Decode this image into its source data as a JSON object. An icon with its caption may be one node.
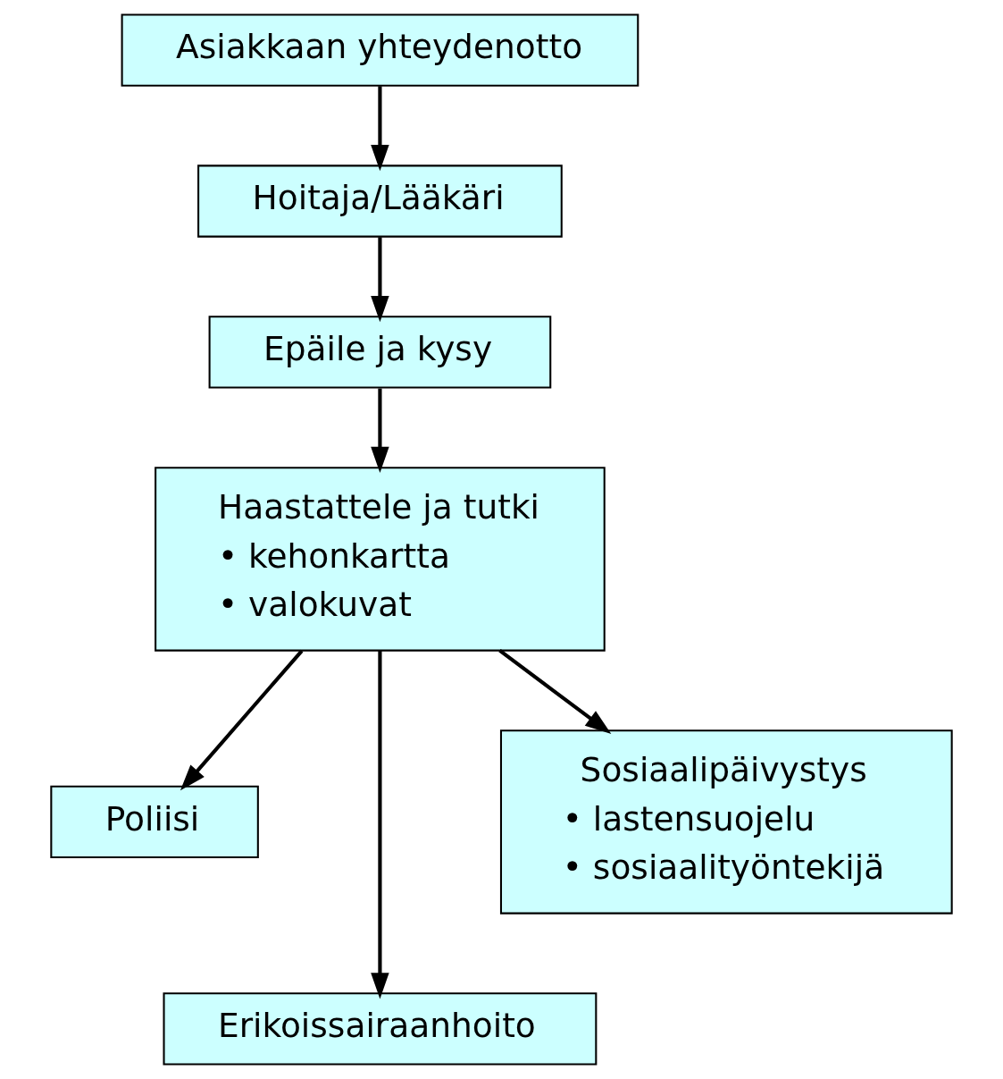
{
  "diagram": {
    "nodes": [
      {
        "text": [
          "Asiakkaan yhteydenotto"
        ]
      },
      {
        "text": [
          "Hoitaja/Lääkäri"
        ]
      },
      {
        "text": [
          "Epäile ja kysy"
        ]
      },
      {
        "text": [
          "Haastattele ja tutki",
          "• kehonkartta",
          "• valokuvat"
        ]
      },
      {
        "text": [
          "Poliisi"
        ]
      },
      {
        "text": [
          "Sosiaalipäivystys",
          "• lastensuojelu",
          "• sosiaalityöntekijä"
        ]
      },
      {
        "text": [
          "Erikoissairaanhoito"
        ]
      }
    ],
    "edges": [
      {
        "from": 0,
        "to": 1,
        "arrow": "to"
      },
      {
        "from": 1,
        "to": 2,
        "arrow": "to"
      },
      {
        "from": 2,
        "to": 3,
        "arrow": "to"
      },
      {
        "from": 3,
        "to": 4,
        "arrow": "to"
      },
      {
        "from": 3,
        "to": 6,
        "arrow": "to"
      },
      {
        "from": 3,
        "to": 5,
        "arrow": "to"
      }
    ]
  }
}
